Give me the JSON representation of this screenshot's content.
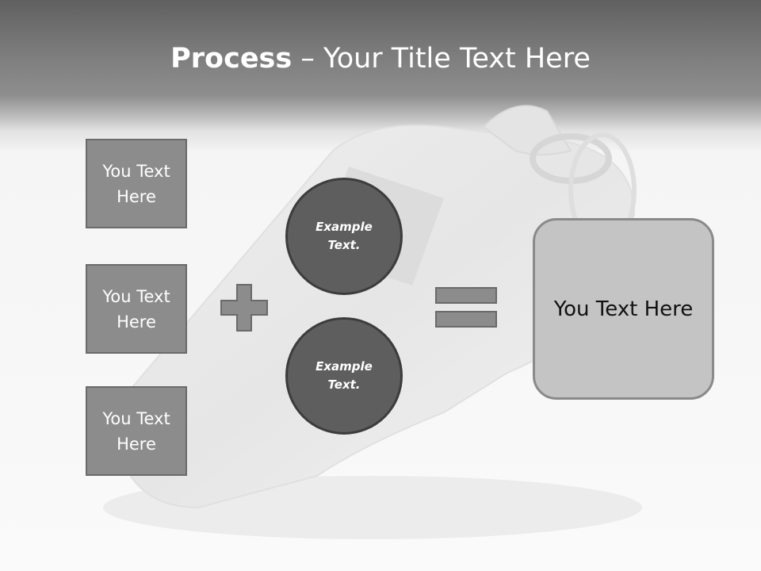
{
  "slide": {
    "title_bold": "Process",
    "title_rest": " – Your Title Text Here"
  },
  "input_boxes": [
    {
      "label": "You Text Here"
    },
    {
      "label": "You Text Here"
    },
    {
      "label": "You Text Here"
    }
  ],
  "operator_plus_icon": "plus-icon",
  "circles": [
    {
      "label": "Example Text."
    },
    {
      "label": "Example Text."
    }
  ],
  "operator_equals_icon": "equals-icon",
  "result_box": {
    "label": "You Text Here"
  },
  "colors": {
    "header": "#7d7d7d",
    "box_fill": "#8c8c8c",
    "circle_fill": "#5e5e5e",
    "result_fill": "#c4c4c4"
  }
}
